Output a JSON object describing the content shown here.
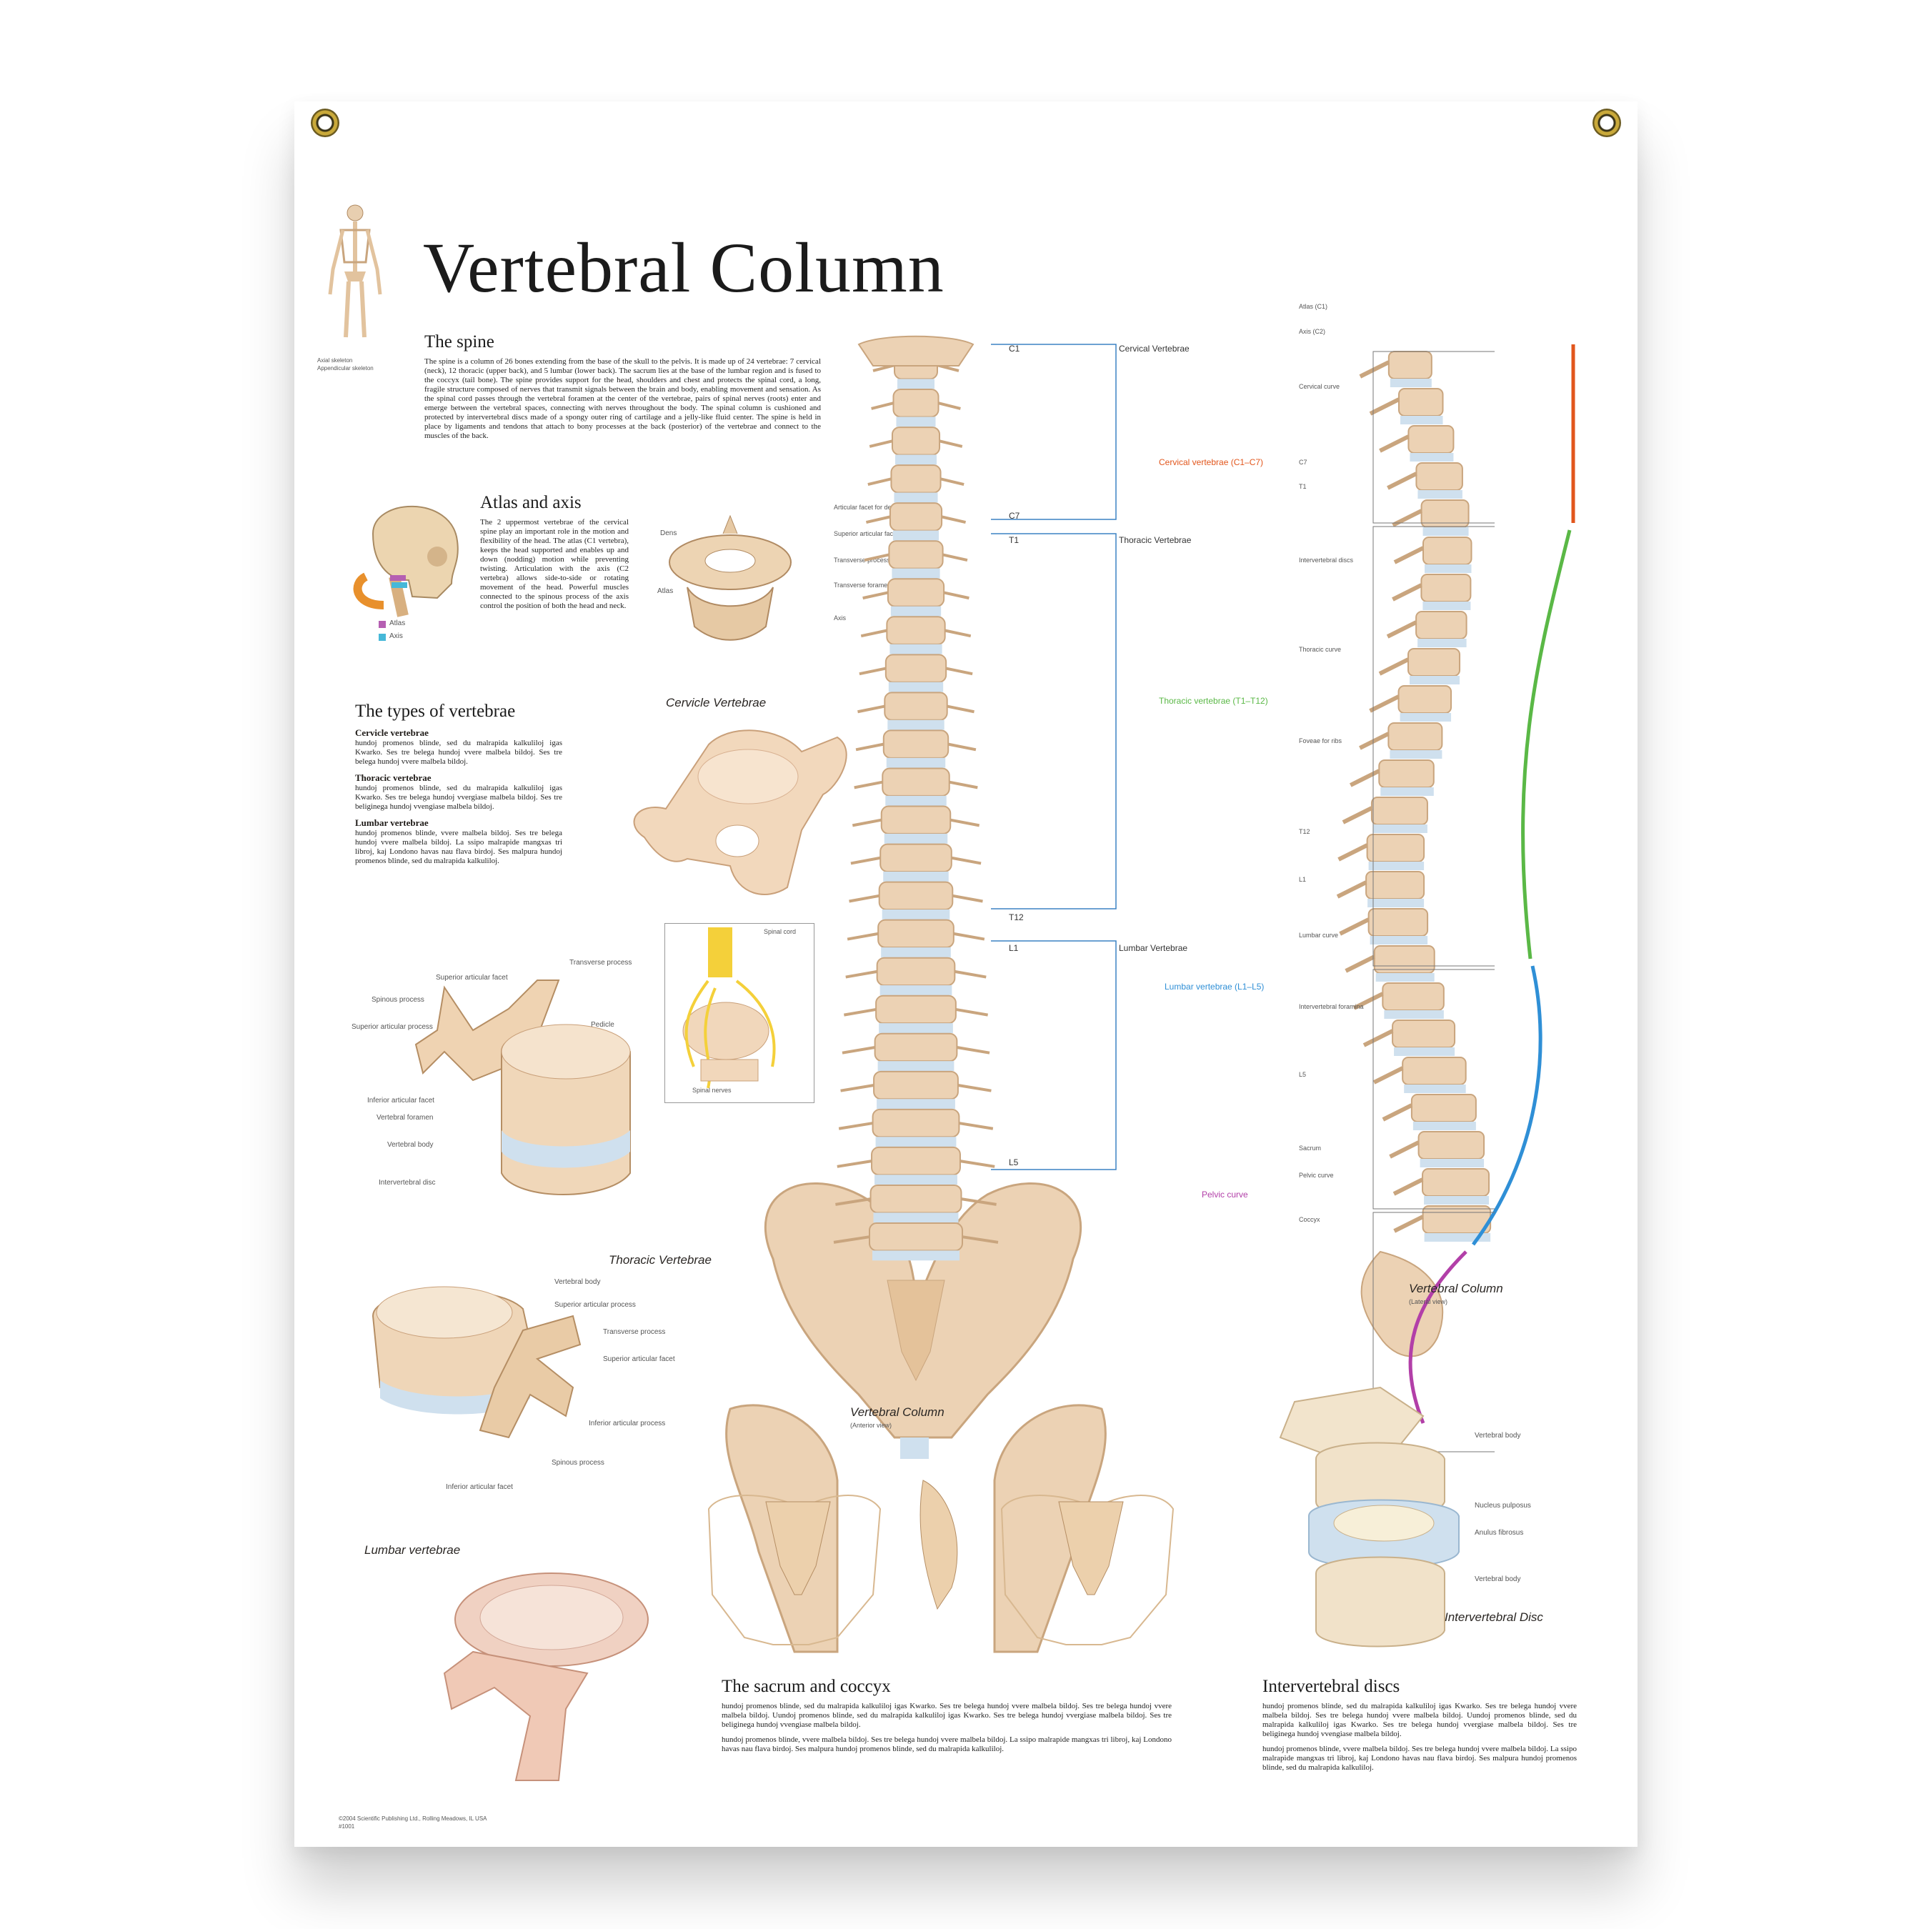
{
  "title": "Vertebral Column",
  "spine": {
    "heading": "The spine",
    "text": "The spine is a column of 26 bones extending from the base of the skull to the pelvis. It is made up of 24 vertebrae: 7 cervical (neck), 12 thoracic (upper back), and 5 lumbar (lower back). The sacrum lies at the base of the lumbar region and is fused to the coccyx (tail bone). The spine provides support for the head, shoulders and chest and protects the spinal cord, a long, fragile structure composed of nerves that transmit signals between the brain and body, enabling movement and sensation. As the spinal cord passes through the vertebral foramen at the center of the vertebrae, pairs of spinal nerves (roots) enter and emerge between the vertebral spaces, connecting with nerves throughout the body. The spinal column is cushioned and protected by intervertebral discs made of a spongy outer ring of cartilage and a jelly-like fluid center. The spine is held in place by ligaments and tendons that attach to bony processes at the back (posterior) of the vertebrae and connect to the muscles of the back."
  },
  "skeleton_legend": [
    "Axial skeleton",
    "Appendicular skeleton"
  ],
  "atlas": {
    "heading": "Atlas and axis",
    "text": "The 2 uppermost vertebrae of the cervical spine play an important role in the motion and flexibility of the head. The atlas (C1 vertebra), keeps the head supported and enables up and down (nodding) motion while preventing twisting. Articulation with the axis (C2 vertebra) allows side-to-side or rotating movement of the head. Powerful muscles connected to the spinous process of the axis control the position of both the head and neck.",
    "legend": [
      "Atlas",
      "Axis"
    ]
  },
  "atlas_labels": {
    "left": [
      "Dens",
      "Atlas"
    ],
    "right": [
      "Articular facet for dens of axis",
      "Superior articular facet",
      "Transverse process",
      "Transverse foramen",
      "Axis"
    ]
  },
  "types": {
    "heading": "The types of vertebrae",
    "items": [
      {
        "name": "Cervicle vertebrae",
        "text": "hundoj promenos blinde, sed du malrapida kalkuliloj igas Kwarko. Ses tre belega hundoj vvere malbela bildoj. Ses tre belega hundoj vvere malbela bildoj."
      },
      {
        "name": "Thoracic vertebrae",
        "text": "hundoj promenos blinde, sed du malrapida kalkuliloj igas Kwarko. Ses tre belega hundoj vvergiase malbela bildoj. Ses tre beliginega hundoj vvengiase malbela bildoj."
      },
      {
        "name": "Lumbar vertebrae",
        "text": "hundoj promenos blinde, vvere malbela bildoj. Ses tre belega hundoj vvere malbela bildoj. La ssipo malrapide mangxas tri libroj, kaj Londono havas nau flava birdoj. Ses malpura hundoj promenos blinde, sed du malrapida kalkuliloj."
      }
    ]
  },
  "cervicle_caption": "Cervicle Vertebrae",
  "spinal_labels": [
    "Spinal cord",
    "Spinal nerves"
  ],
  "thoracic_labels": {
    "left": [
      "Superior articular facet",
      "Spinous process",
      "Superior articular process",
      "Inferior articular facet",
      "Vertebral foramen",
      "Vertebral body",
      "Intervertebral disc"
    ],
    "right": [
      "Transverse process",
      "Pedicle"
    ]
  },
  "thoracic_caption": "Thoracic Vertebrae",
  "lumbar_labels": [
    "Vertebral body",
    "Superior articular process",
    "Transverse process",
    "Superior articular facet",
    "Inferior articular process",
    "Spinous process",
    "Inferior articular facet"
  ],
  "lumbar_caption": "Lumbar vertebrae",
  "anterior": {
    "markers": [
      "C1",
      "C7",
      "T1",
      "T12",
      "L1",
      "L5"
    ],
    "groups": [
      "Cervical Vertebrae",
      "Thoracic Vertebrae",
      "Lumbar Vertebrae"
    ],
    "caption": "Vertebral Column",
    "subcaption": "(Anterior view)"
  },
  "lateral": {
    "right_labels": [
      "Atlas (C1)",
      "Axis (C2)",
      "Cervical curve",
      "C7",
      "T1",
      "Intervertebral discs",
      "Thoracic curve",
      "Foveae for ribs",
      "T12",
      "L1",
      "Lumbar curve",
      "Intervertebral foramina",
      "L5",
      "Sacrum",
      "Pelvic curve",
      "Coccyx"
    ],
    "left_labels": [
      {
        "text": "Cervical vertebrae (C1–C7)",
        "color": "#e2561c"
      },
      {
        "text": "Thoracic vertebrae (T1–T12)",
        "color": "#5ab846"
      },
      {
        "text": "Lumbar vertebrae (L1–L5)",
        "color": "#2f8fd6"
      },
      {
        "text": "Pelvic curve",
        "color": "#b23fa8"
      }
    ],
    "caption": "Vertebral Column",
    "subcaption": "(Lateral view)"
  },
  "disc_labels": [
    "Vertebral body",
    "Nucleus pulposus",
    "Anulus fibrosus",
    "Vertebral body"
  ],
  "disc_caption": "Intervertebral Disc",
  "sacrum": {
    "heading": "The sacrum and coccyx",
    "p1": "hundoj promenos blinde, sed du malrapida kalkuliloj igas Kwarko. Ses tre belega hundoj vvere malbela bildoj. Ses tre belega hundoj vvere malbela bildoj. Uundoj promenos blinde, sed du malrapida kalkuliloj igas Kwarko. Ses tre belega hundoj vvergiase malbela bildoj. Ses tre beliginega hundoj vvengiase malbela bildoj.",
    "p2": "hundoj promenos blinde, vvere malbela bildoj. Ses tre belega hundoj vvere malbela bildoj. La ssipo malrapide mangxas tri libroj, kaj Londono havas nau flava birdoj. Ses malpura hundoj promenos blinde, sed du malrapida kalkuliloj."
  },
  "discs": {
    "heading": "Intervertebral discs",
    "p1": "hundoj promenos blinde, sed du malrapida kalkuliloj igas Kwarko. Ses tre belega hundoj vvere malbela bildoj. Ses tre belega hundoj vvere malbela bildoj. Uundoj promenos blinde, sed du malrapida kalkuliloj igas Kwarko. Ses tre belega hundoj vvergiase malbela bildoj. Ses tre beliginega hundoj vvengiase malbela bildoj.",
    "p2": "hundoj promenos blinde, vvere malbela bildoj. Ses tre belega hundoj vvere malbela bildoj. La ssipo malrapide mangxas tri libroj, kaj Londono havas nau flava birdoj. Ses malpura hundoj promenos blinde, sed du malrapida kalkuliloj."
  },
  "copyright": [
    "©2004 Scientific Publishing Ltd., Rolling Meadows, IL USA",
    "#1001"
  ],
  "colors": {
    "bone": "#ecd2b4",
    "bone_dark": "#c9a57e",
    "disc": "#cfe0ee",
    "line": "#3b82c4",
    "cervical": "#e2561c",
    "thoracic": "#5ab846",
    "lumbar": "#2f8fd6",
    "pelvic": "#b23fa8"
  }
}
